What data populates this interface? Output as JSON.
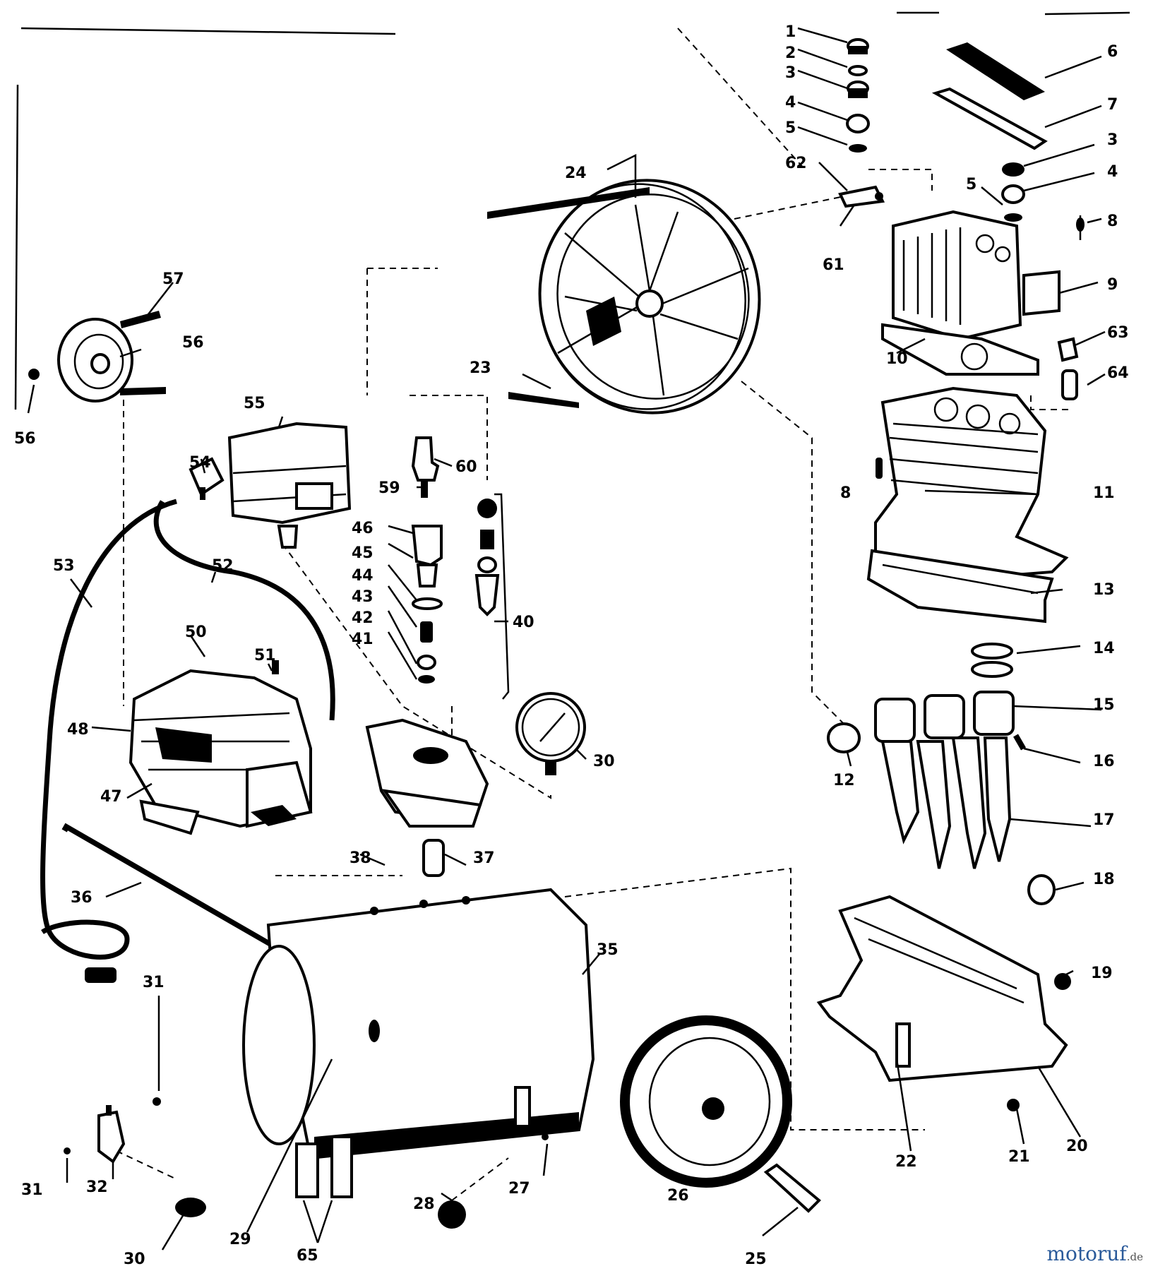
{
  "diagram": {
    "callouts": [
      {
        "id": "c01",
        "text": "1"
      },
      {
        "id": "c02",
        "text": "2"
      },
      {
        "id": "c03",
        "text": "3"
      },
      {
        "id": "c04",
        "text": "4"
      },
      {
        "id": "c05",
        "text": "5"
      },
      {
        "id": "c06",
        "text": "6"
      },
      {
        "id": "c07",
        "text": "7"
      },
      {
        "id": "c08",
        "text": "3"
      },
      {
        "id": "c09",
        "text": "4"
      },
      {
        "id": "c10",
        "text": "5"
      },
      {
        "id": "c11",
        "text": "8"
      },
      {
        "id": "c12",
        "text": "9"
      },
      {
        "id": "c13",
        "text": "10"
      },
      {
        "id": "c14",
        "text": "63"
      },
      {
        "id": "c15",
        "text": "64"
      },
      {
        "id": "c16",
        "text": "62"
      },
      {
        "id": "c17",
        "text": "61"
      },
      {
        "id": "c18",
        "text": "24"
      },
      {
        "id": "c19",
        "text": "23"
      },
      {
        "id": "c20",
        "text": "57"
      },
      {
        "id": "c21",
        "text": "56"
      },
      {
        "id": "c22",
        "text": "56"
      },
      {
        "id": "c23",
        "text": "55"
      },
      {
        "id": "c24",
        "text": "54"
      },
      {
        "id": "c25",
        "text": "60"
      },
      {
        "id": "c26",
        "text": "59"
      },
      {
        "id": "c27",
        "text": "46"
      },
      {
        "id": "c28",
        "text": "45"
      },
      {
        "id": "c29",
        "text": "44"
      },
      {
        "id": "c30",
        "text": "43"
      },
      {
        "id": "c31",
        "text": "42"
      },
      {
        "id": "c32",
        "text": "41"
      },
      {
        "id": "c33",
        "text": "40"
      },
      {
        "id": "c34",
        "text": "53"
      },
      {
        "id": "c35",
        "text": "52"
      },
      {
        "id": "c36",
        "text": "50"
      },
      {
        "id": "c37",
        "text": "51"
      },
      {
        "id": "c38",
        "text": "48"
      },
      {
        "id": "c39",
        "text": "47"
      },
      {
        "id": "c40",
        "text": "30"
      },
      {
        "id": "c41",
        "text": "8"
      },
      {
        "id": "c42",
        "text": "11"
      },
      {
        "id": "c43",
        "text": "13"
      },
      {
        "id": "c44",
        "text": "14"
      },
      {
        "id": "c45",
        "text": "15"
      },
      {
        "id": "c46",
        "text": "12"
      },
      {
        "id": "c47",
        "text": "16"
      },
      {
        "id": "c48",
        "text": "17"
      },
      {
        "id": "c49",
        "text": "18"
      },
      {
        "id": "c50",
        "text": "38"
      },
      {
        "id": "c51",
        "text": "37"
      },
      {
        "id": "c52",
        "text": "36"
      },
      {
        "id": "c53",
        "text": "35"
      },
      {
        "id": "c54",
        "text": "19"
      },
      {
        "id": "c55",
        "text": "31"
      },
      {
        "id": "c56",
        "text": "31"
      },
      {
        "id": "c57",
        "text": "32"
      },
      {
        "id": "c58",
        "text": "30"
      },
      {
        "id": "c59",
        "text": "29"
      },
      {
        "id": "c60",
        "text": "65"
      },
      {
        "id": "c61",
        "text": "28"
      },
      {
        "id": "c62",
        "text": "27"
      },
      {
        "id": "c63",
        "text": "26"
      },
      {
        "id": "c64",
        "text": "25"
      },
      {
        "id": "c65",
        "text": "22"
      },
      {
        "id": "c66",
        "text": "21"
      },
      {
        "id": "c67",
        "text": "20"
      }
    ]
  },
  "watermark": {
    "text": "motoruf",
    "suffix": ".de"
  }
}
